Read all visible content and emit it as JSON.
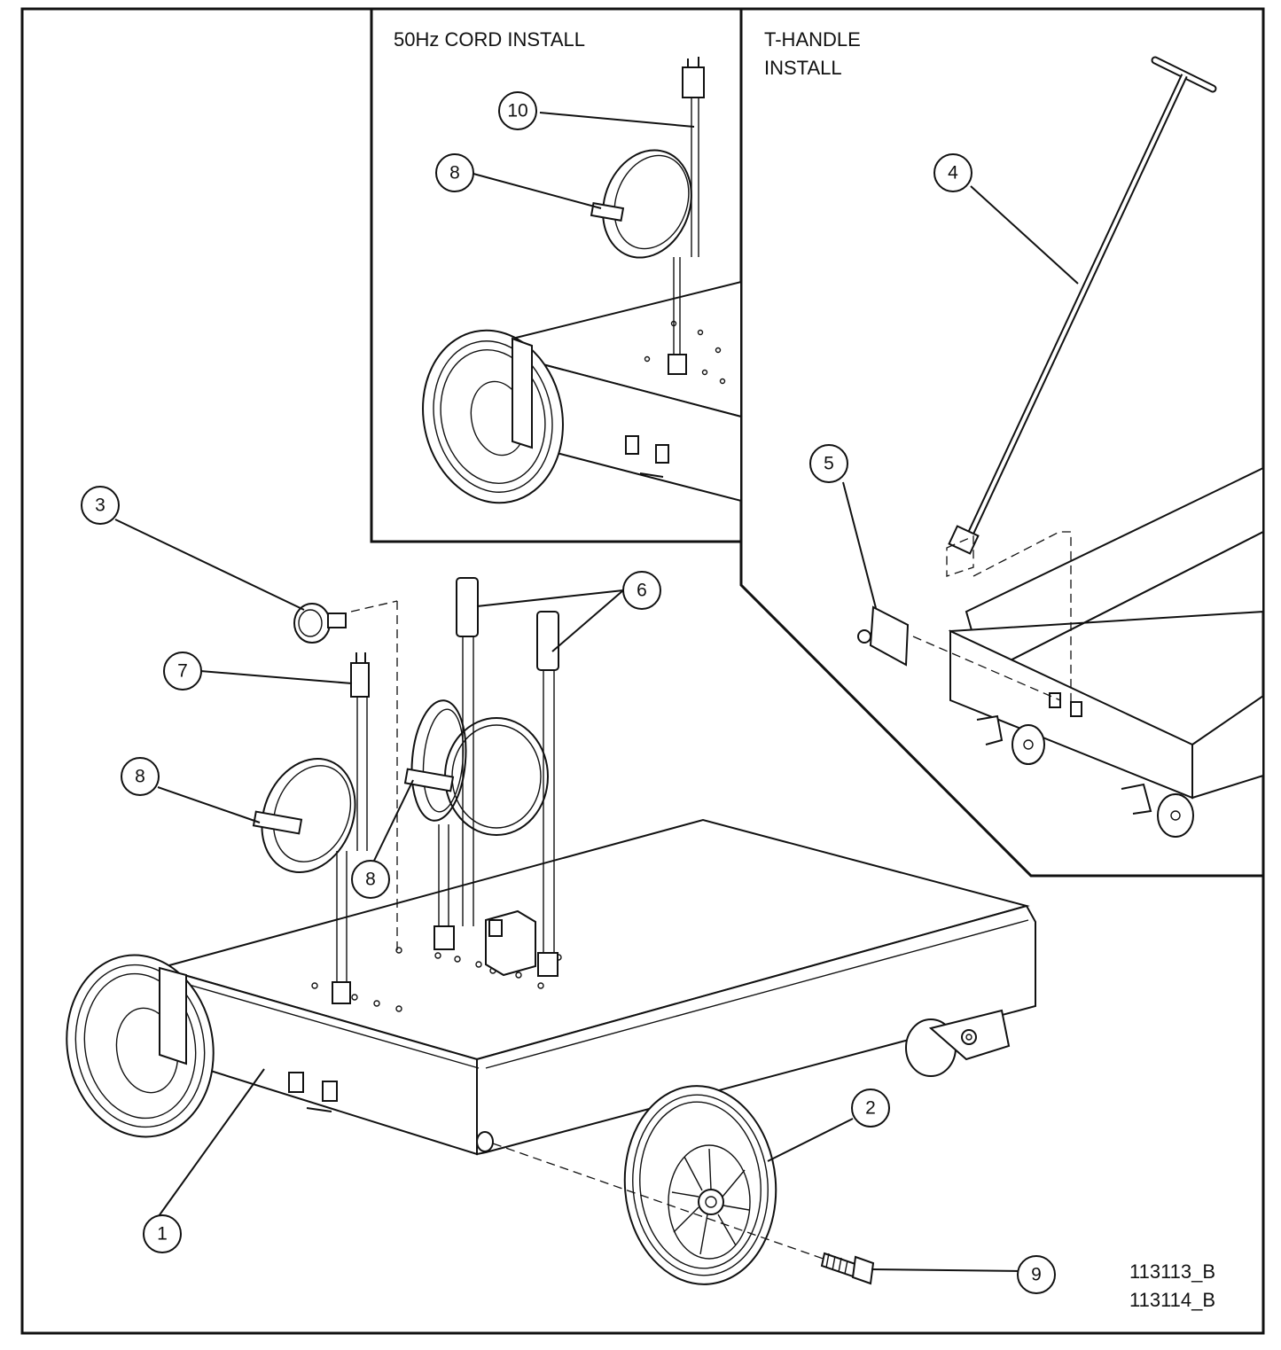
{
  "insets": {
    "cord": {
      "title": "50Hz CORD INSTALL"
    },
    "handle": {
      "title_line1": "T-HANDLE",
      "title_line2": "INSTALL"
    }
  },
  "callouts": {
    "c1": "1",
    "c2": "2",
    "c3": "3",
    "c4": "4",
    "c5": "5",
    "c6": "6",
    "c7": "7",
    "c8a": "8",
    "c8b": "8",
    "c8c": "8",
    "c9": "9",
    "c10": "10"
  },
  "drawing_numbers": {
    "line1": "113113_B",
    "line2": "113114_B"
  }
}
